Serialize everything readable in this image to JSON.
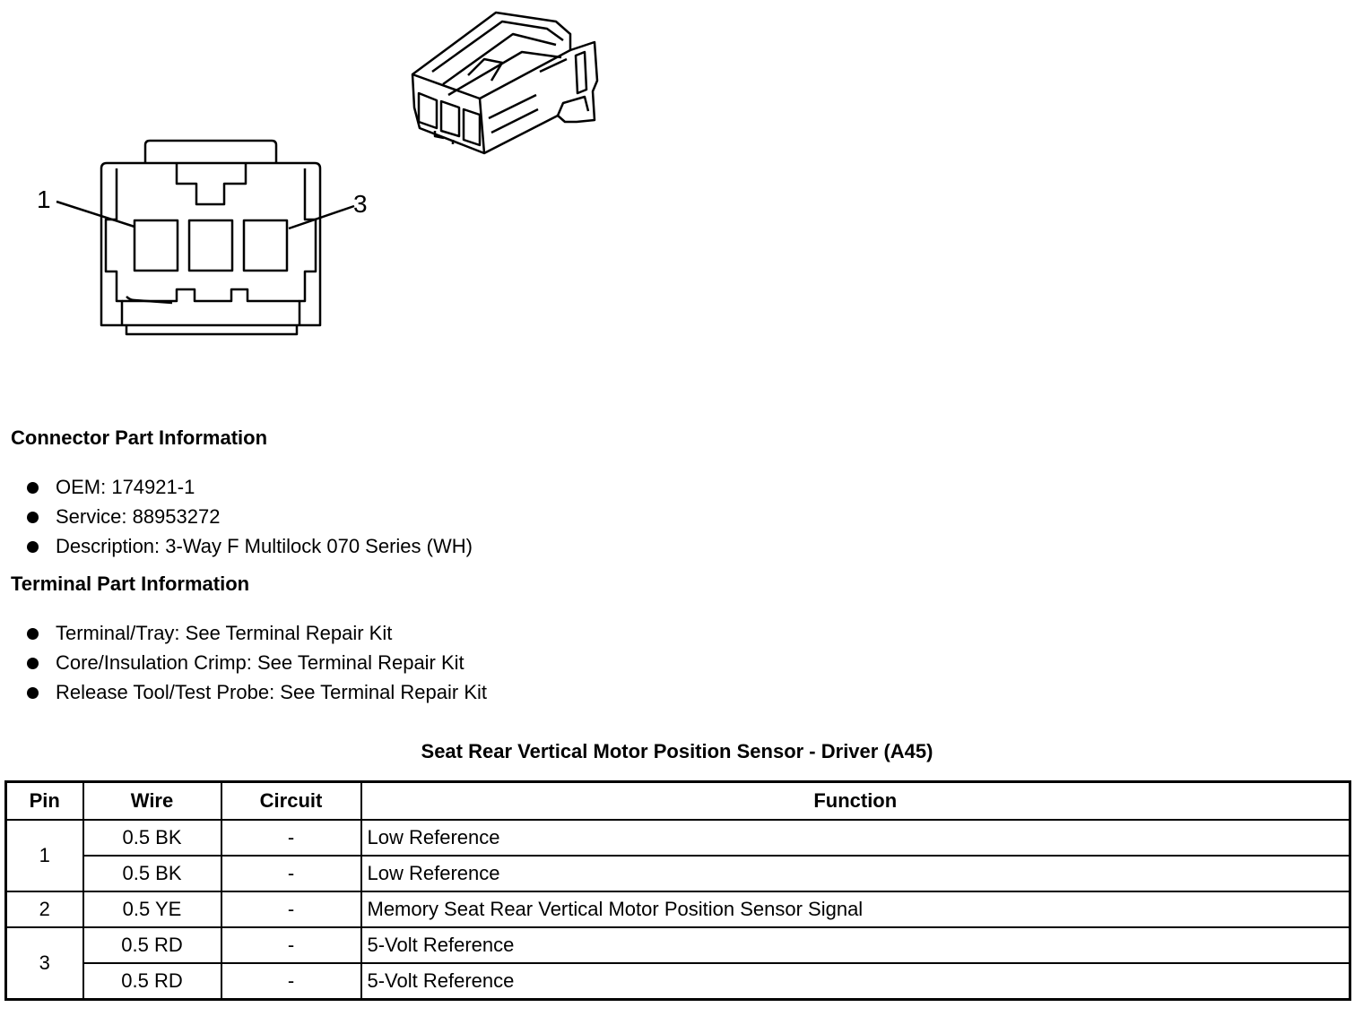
{
  "drawing": {
    "pin_labels": [
      "1",
      "3"
    ]
  },
  "connector_section": {
    "heading": "Connector Part Information",
    "items": [
      "OEM: 174921-1",
      "Service: 88953272",
      "Description: 3-Way F Multilock 070 Series (WH)"
    ]
  },
  "terminal_section": {
    "heading": "Terminal Part Information",
    "items": [
      "Terminal/Tray: See Terminal Repair Kit",
      "Core/Insulation Crimp: See Terminal Repair Kit",
      "Release Tool/Test Probe: See Terminal Repair Kit"
    ]
  },
  "table": {
    "title": "Seat Rear Vertical Motor Position Sensor - Driver (A45)",
    "headers": [
      "Pin",
      "Wire",
      "Circuit",
      "Function"
    ],
    "rows": [
      {
        "pin": "1",
        "wire": "0.5 BK",
        "circuit": "-",
        "function": "Low Reference"
      },
      {
        "pin": "",
        "wire": "0.5 BK",
        "circuit": "-",
        "function": "Low Reference"
      },
      {
        "pin": "2",
        "wire": "0.5 YE",
        "circuit": "-",
        "function": "Memory Seat Rear Vertical Motor Position Sensor Signal"
      },
      {
        "pin": "3",
        "wire": "0.5 RD",
        "circuit": "-",
        "function": "5-Volt Reference"
      },
      {
        "pin": "",
        "wire": "0.5 RD",
        "circuit": "-",
        "function": "5-Volt Reference"
      }
    ]
  }
}
